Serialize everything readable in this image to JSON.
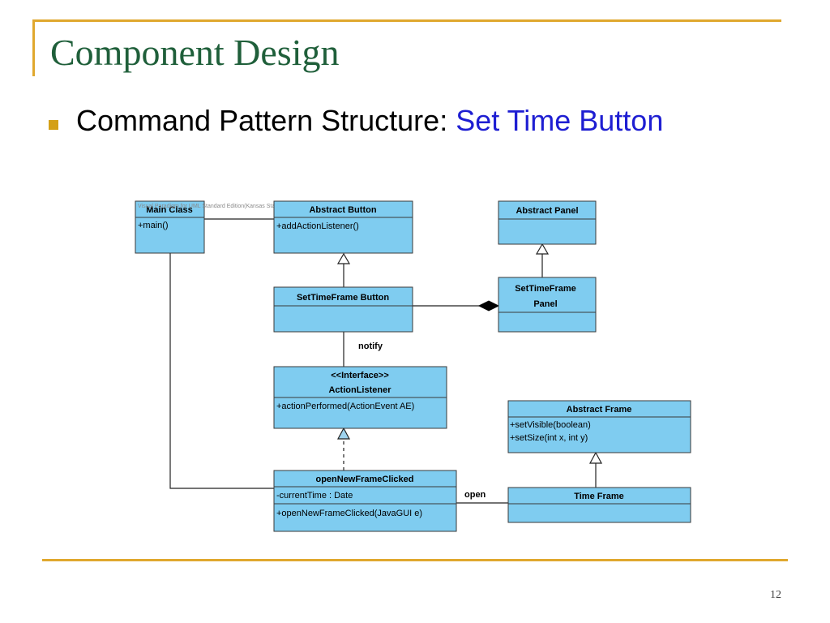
{
  "slide": {
    "title": "Component Design",
    "bullet": {
      "prefix": "Command Pattern Structure: ",
      "highlight": "Set Time Button"
    },
    "page_number": "12",
    "accent_color": "#E0A82E",
    "title_color": "#1F5F3A",
    "highlight_color": "#1E1ED2"
  },
  "diagram": {
    "watermark": "Visual Paradigm for UML Standard Edition(Kansas State University)",
    "classes": {
      "main": {
        "name": "Main Class",
        "members": [
          "+main()"
        ]
      },
      "abstract_button": {
        "name": "Abstract Button",
        "members": [
          "+addActionListener()"
        ]
      },
      "abstract_panel": {
        "name": "Abstract Panel",
        "members": []
      },
      "settime_button": {
        "name": "SetTimeFrame Button",
        "members": []
      },
      "settime_panel": {
        "name_line1": "SetTimeFrame",
        "name_line2": "Panel",
        "members": []
      },
      "action_listener": {
        "stereotype": "<<Interface>>",
        "name": "ActionListener",
        "members": [
          "+actionPerformed(ActionEvent AE)"
        ]
      },
      "abstract_frame": {
        "name": "Abstract Frame",
        "members": [
          "+setVisible(boolean)",
          "+setSize(int x, int y)"
        ]
      },
      "open_new_frame": {
        "name": "openNewFrameClicked",
        "attributes": [
          "-currentTime : Date"
        ],
        "members": [
          "+openNewFrameClicked(JavaGUI e)"
        ]
      },
      "time_frame": {
        "name": "Time Frame",
        "members": []
      }
    },
    "labels": {
      "notify": "notify",
      "open": "open"
    }
  }
}
